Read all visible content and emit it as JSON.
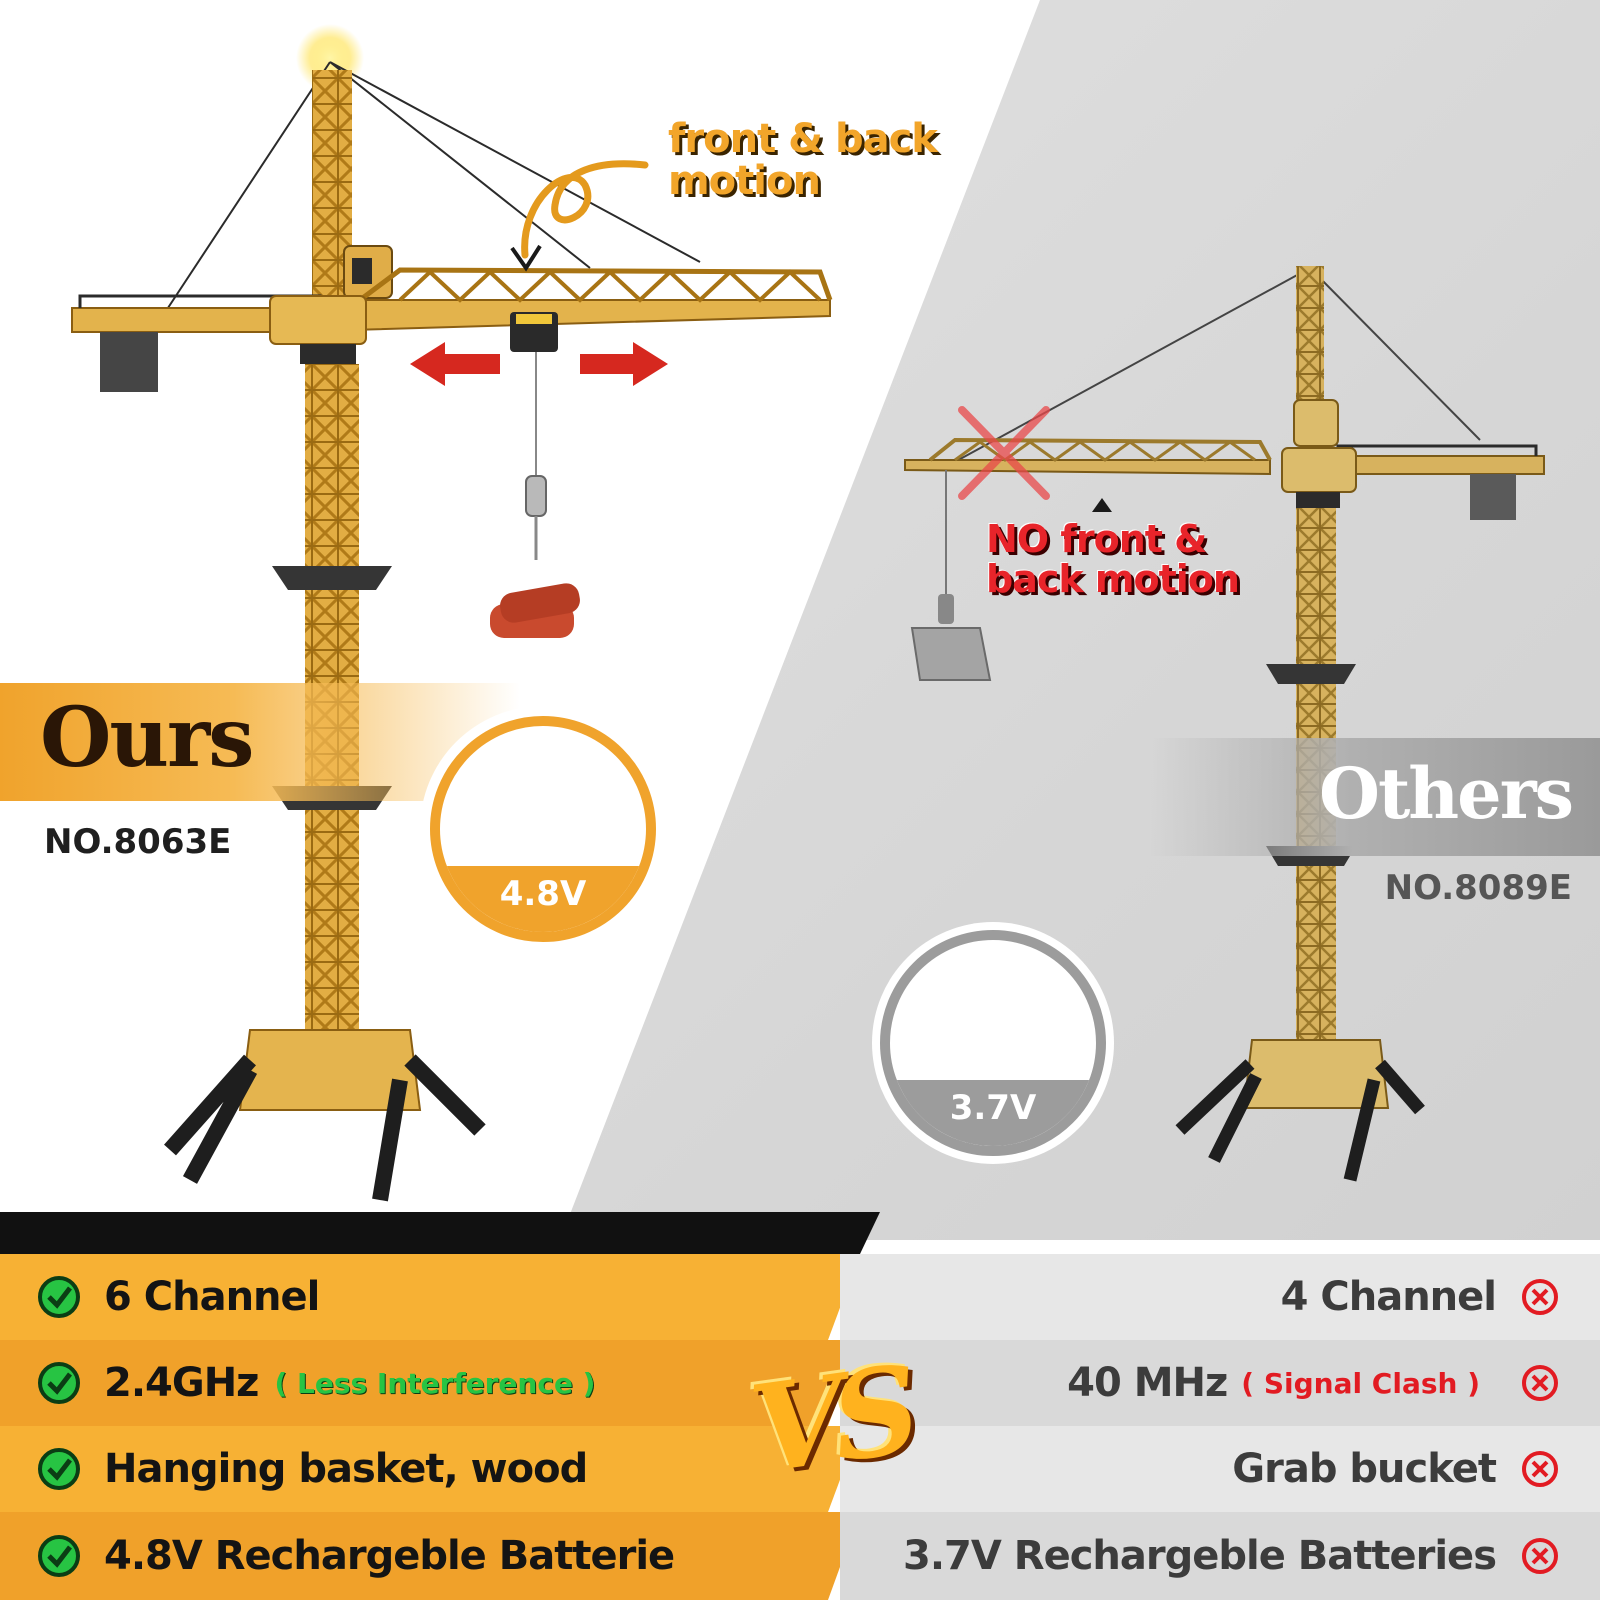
{
  "callouts": {
    "ours": [
      "front & back",
      "motion"
    ],
    "others": [
      "NO front &",
      "back motion"
    ]
  },
  "ours": {
    "title": "Ours",
    "model": "NO.8063E",
    "battery_voltage": "4.8V",
    "features": [
      {
        "label": "6 Channel",
        "note": ""
      },
      {
        "label": "2.4GHz",
        "note": "( Less Interference )"
      },
      {
        "label": "Hanging basket, wood",
        "note": ""
      },
      {
        "label": "4.8V Rechargeble Batterie",
        "note": ""
      }
    ]
  },
  "others": {
    "title": "Others",
    "model": "NO.8089E",
    "battery_voltage": "3.7V",
    "features": [
      {
        "label": "4 Channel",
        "note": ""
      },
      {
        "label": "40 MHz",
        "note": "( Signal Clash )"
      },
      {
        "label": "Grab bucket",
        "note": ""
      },
      {
        "label": "3.7V Rechargeble Batteries",
        "note": ""
      }
    ]
  },
  "vs_label": "VS",
  "colors": {
    "ours_accent": "#f0a32c",
    "others_accent": "#9c9c9c",
    "check_green": "#27c443",
    "cross_red": "#e21b22",
    "crane_yellow": "#e3b34c"
  },
  "icons": {
    "ours_feature": "check-circle-icon",
    "others_feature": "cross-circle-icon"
  }
}
